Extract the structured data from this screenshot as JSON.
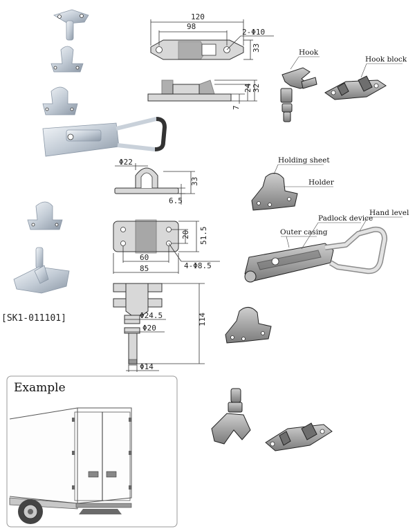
{
  "dimensions": {
    "top_width_120": "120",
    "top_width_98": "98",
    "top_hole": "2-Φ10",
    "top_height_33": "33",
    "side_height_7": "7",
    "side_height_24": "24",
    "side_height_32": "32",
    "holder_diameter": "Φ22",
    "holder_height_33": "33",
    "holder_6_5": "6.5",
    "holder_20": "20",
    "holder_51_5": "51.5",
    "holder_60": "60",
    "holder_85": "85",
    "holder_holes": "4-Φ8.5",
    "hook_d24_5": "Φ24.5",
    "hook_d20": "Φ20",
    "hook_114": "114",
    "hook_d14": "Φ14"
  },
  "callouts": {
    "hook": "Hook",
    "hook_block": "Hook block",
    "holding_sheet": "Holding sheet",
    "holder": "Holder",
    "outer_casing": "Outer casing",
    "padlock_device": "Padlock device",
    "hand_level": "Hand level"
  },
  "product_code": "[SK1-011101]",
  "example": {
    "title": "Example"
  },
  "colors": {
    "metal_light": "#eef2f6",
    "metal_dark": "#9aa6b3",
    "drawing_gray": "#d8d8d8",
    "render_dark": "#6e6e6e"
  }
}
